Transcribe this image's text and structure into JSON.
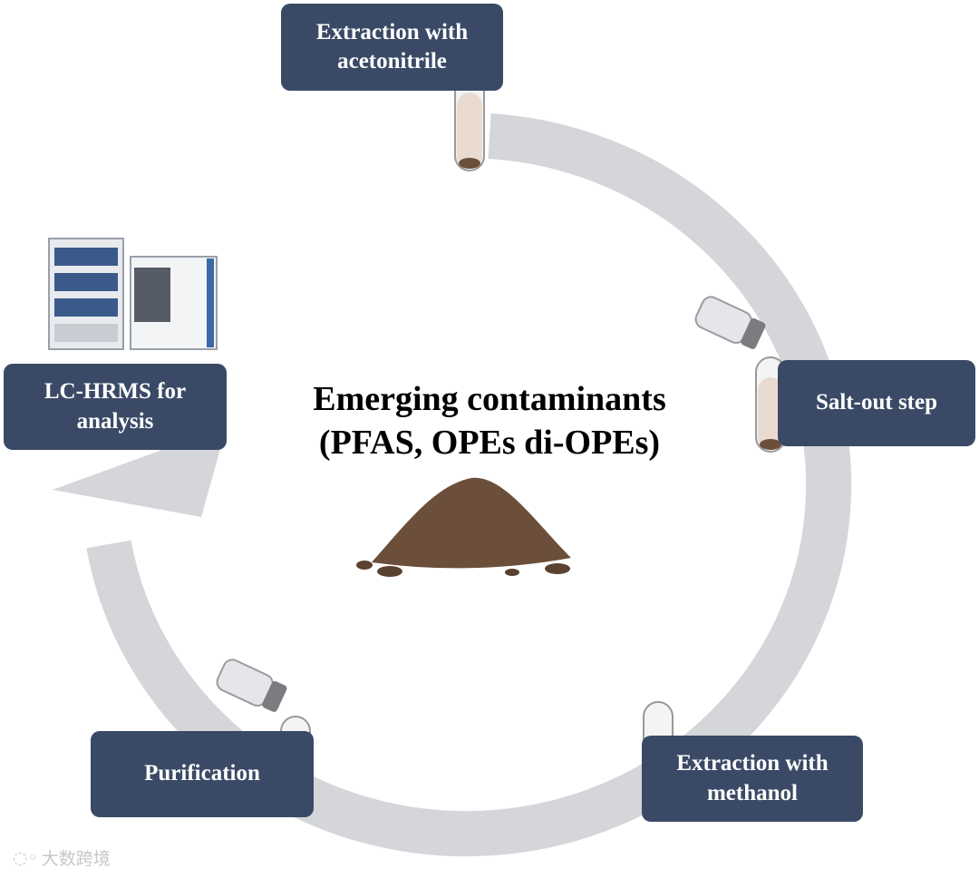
{
  "diagram": {
    "center_title_line1": "Emerging contaminants",
    "center_title_line2": "(PFAS, OPEs di-OPEs)",
    "steps": [
      {
        "lines": [
          "Extraction with",
          "acetonitrile"
        ]
      },
      {
        "lines": [
          "Salt-out step"
        ]
      },
      {
        "lines": [
          "Extraction with",
          "methanol"
        ]
      },
      {
        "lines": [
          "Purification"
        ]
      },
      {
        "lines": [
          "LC-HRMS for",
          "analysis"
        ]
      }
    ],
    "colors": {
      "box": "#3a4a66",
      "ring": "#d4d6da",
      "soil": "#6b4f3a",
      "tube_liquid": "#eadbd0"
    },
    "icons": [
      "test-tube-icon",
      "salt-shaker-icon",
      "soil-pile-icon",
      "lc-hrms-instrument-icon"
    ]
  },
  "watermark": {
    "text": "大数跨境"
  }
}
